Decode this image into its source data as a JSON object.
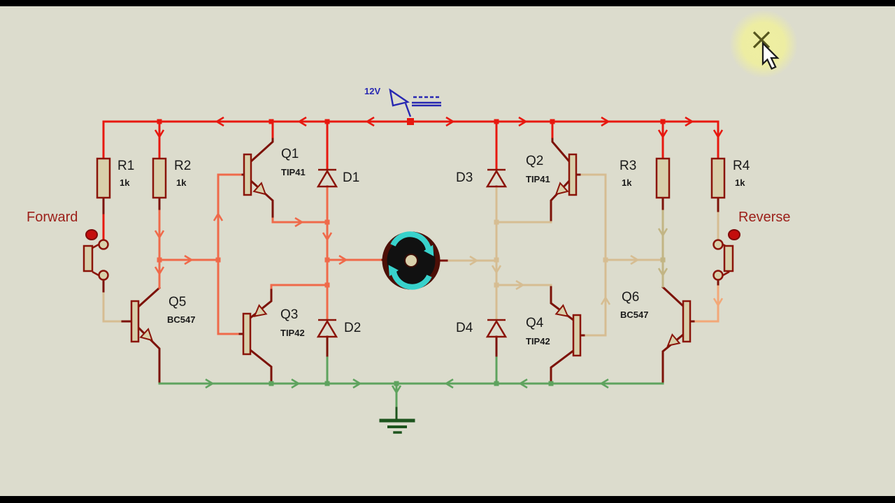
{
  "colors": {
    "bg": "#dcdccd",
    "bar": "#000000",
    "wire-red": "#e7180f",
    "wire-maroon": "#7c1208",
    "wire-salmon": "#ef6a4a",
    "wire-tan": "#d6bd92",
    "wire-olive": "#c2b584",
    "wire-orange": "#f2a878",
    "wire-green": "#5ea35e",
    "green-dark": "#1d541d",
    "comp-stroke": "#8a1409",
    "comp-fill": "#d9d0ab",
    "label-dark": "#1a1a1a",
    "label-red": "#9c201a",
    "label-blue": "#2828b2",
    "motor-body": "#111111",
    "motor-ring": "#4c0f07",
    "motor-cyan": "#38d2cc",
    "dot-red": "#c40d0d",
    "highlight": "#eeee9e"
  },
  "supply": {
    "label": "12V"
  },
  "controls": {
    "forward": "Forward",
    "reverse": "Reverse"
  },
  "resistors": [
    {
      "ref": "R1",
      "value": "1k"
    },
    {
      "ref": "R2",
      "value": "1k"
    },
    {
      "ref": "R3",
      "value": "1k"
    },
    {
      "ref": "R4",
      "value": "1k"
    }
  ],
  "transistors": [
    {
      "ref": "Q1",
      "part": "TIP41"
    },
    {
      "ref": "Q2",
      "part": "TIP41"
    },
    {
      "ref": "Q3",
      "part": "TIP42"
    },
    {
      "ref": "Q4",
      "part": "TIP42"
    },
    {
      "ref": "Q5",
      "part": "BC547"
    },
    {
      "ref": "Q6",
      "part": "BC547"
    }
  ],
  "diodes": [
    {
      "ref": "D1"
    },
    {
      "ref": "D2"
    },
    {
      "ref": "D3"
    },
    {
      "ref": "D4"
    }
  ],
  "icons": {
    "motor": "dc-motor-rotation",
    "ground": "ground-symbol",
    "cursor": "arrow-cursor-with-x-highlight"
  }
}
